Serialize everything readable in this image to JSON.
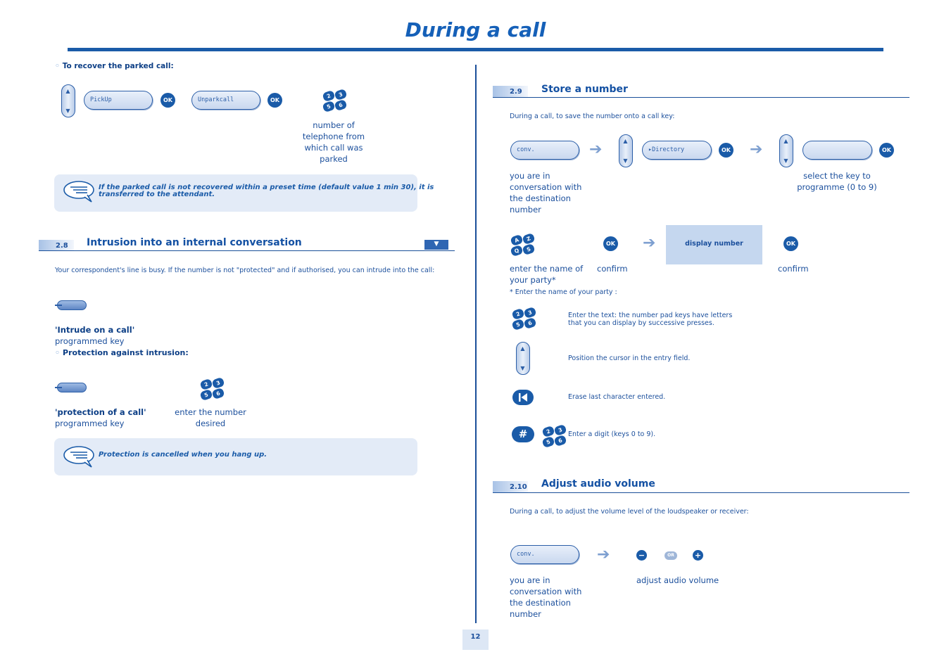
{
  "page": {
    "title": "During a call",
    "page_number": "12"
  },
  "left": {
    "recover": {
      "heading": "To recover the parked call:",
      "lcd1": "PickUp",
      "lcd2": "Unparkcall",
      "ok": "OK",
      "caption": [
        "number of",
        "telephone from",
        "which call was",
        "parked"
      ]
    },
    "note1": {
      "line1": "If the parked call is not recovered within a preset time (default value 1 min 30), it is",
      "line2": "transferred to the attendant."
    },
    "section": {
      "number": "2.8",
      "title": "Intrusion into an internal conversation",
      "intro": "Your correspondent's line is busy. If the number is not \"protected\" and if authorised, you can intrude into the call:"
    },
    "intrude": {
      "key_label": "'Intrude on a call'",
      "key_sub": "programmed key"
    },
    "protection": {
      "heading": "Protection against intrusion:",
      "key_label": "'protection of a call'",
      "key_sub": "programmed key",
      "caption1": "enter the number",
      "caption2": "desired"
    },
    "note2": {
      "text": "Protection is cancelled when you hang up."
    }
  },
  "right": {
    "store": {
      "number": "2.9",
      "title": "Store a number",
      "intro": "During a call, to save the number onto a call key:",
      "lcd_conv": "conv.",
      "lcd_directory": "▸Directory",
      "ok": "OK",
      "cap_conv": [
        "you are in",
        "conversation with",
        "the destination",
        "number"
      ],
      "cap_select": [
        "select the key to",
        "programme (0 to 9)"
      ],
      "display_number": "display number",
      "cap_enter": [
        "enter the name of",
        "your party*"
      ],
      "cap_confirm1": "confirm",
      "cap_confirm2": "confirm",
      "footnote": "* Enter the name of your party :",
      "az_keys": [
        "A",
        "Z",
        "Q",
        "S"
      ],
      "inst1_line1": "Enter the text: the number pad keys have letters",
      "inst1_line2": "that you can display by successive presses.",
      "inst2": "Position the cursor in the entry field.",
      "inst3": "Erase last character entered.",
      "inst4": "Enter a digit (keys 0 to 9).",
      "hash": "#"
    },
    "volume": {
      "number": "2.10",
      "title": "Adjust audio volume",
      "intro": "During a call, to adjust the volume level of the loudspeaker or receiver:",
      "lcd_conv": "conv.",
      "minus": "−",
      "or": "OR",
      "plus": "+",
      "cap_conv": [
        "you are in",
        "conversation with",
        "the destination",
        "number"
      ],
      "cap_adjust": "adjust audio volume"
    }
  },
  "keypad_keys": [
    "2",
    "3",
    "5",
    "6"
  ],
  "icons": {
    "arrow": "➔",
    "up": "▲",
    "down": "▼",
    "bullet": "◦"
  }
}
